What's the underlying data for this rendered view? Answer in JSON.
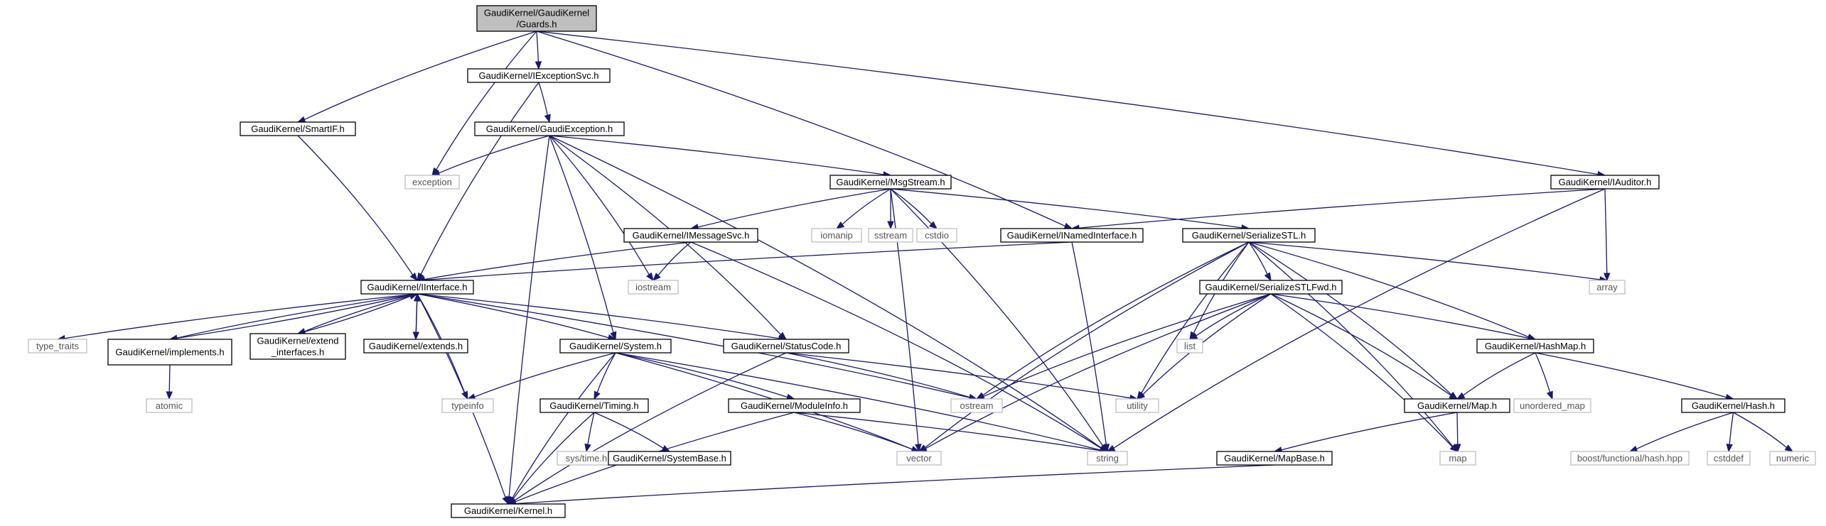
{
  "diagram": {
    "title": "",
    "colors": {
      "edge": "#191970",
      "root_fill": "#bfbfbf",
      "node_border": "#000000",
      "external_border": "#bfbfbf",
      "external_text": "#555555"
    },
    "nodes": [
      {
        "id": "guards",
        "label": [
          "GaudiKernel/GaudiKernel",
          "/Guards.h"
        ],
        "kind": "root"
      },
      {
        "id": "smartif",
        "label": [
          "GaudiKernel/SmartIF.h"
        ],
        "kind": "local"
      },
      {
        "id": "iexceptionsvc",
        "label": [
          "GaudiKernel/IExceptionSvc.h"
        ],
        "kind": "local"
      },
      {
        "id": "exception",
        "label": [
          "exception"
        ],
        "kind": "external"
      },
      {
        "id": "gaudiexception",
        "label": [
          "GaudiKernel/GaudiException.h"
        ],
        "kind": "local"
      },
      {
        "id": "iauditor",
        "label": [
          "GaudiKernel/IAuditor.h"
        ],
        "kind": "local"
      },
      {
        "id": "msgstream",
        "label": [
          "GaudiKernel/MsgStream.h"
        ],
        "kind": "local"
      },
      {
        "id": "imessagesvc",
        "label": [
          "GaudiKernel/IMessageSvc.h"
        ],
        "kind": "local"
      },
      {
        "id": "iomanip",
        "label": [
          "iomanip"
        ],
        "kind": "external"
      },
      {
        "id": "sstream",
        "label": [
          "sstream"
        ],
        "kind": "external"
      },
      {
        "id": "cstdio",
        "label": [
          "cstdio"
        ],
        "kind": "external"
      },
      {
        "id": "inamedinterface",
        "label": [
          "GaudiKernel/INamedInterface.h"
        ],
        "kind": "local"
      },
      {
        "id": "serializestl",
        "label": [
          "GaudiKernel/SerializeSTL.h"
        ],
        "kind": "local"
      },
      {
        "id": "iinterface",
        "label": [
          "GaudiKernel/IInterface.h"
        ],
        "kind": "local"
      },
      {
        "id": "iostream",
        "label": [
          "iostream"
        ],
        "kind": "external"
      },
      {
        "id": "array",
        "label": [
          "array"
        ],
        "kind": "external"
      },
      {
        "id": "serializestlfwd",
        "label": [
          "GaudiKernel/SerializeSTLFwd.h"
        ],
        "kind": "local"
      },
      {
        "id": "type_traits",
        "label": [
          "type_traits"
        ],
        "kind": "external"
      },
      {
        "id": "implements",
        "label": [
          "GaudiKernel/implements.h"
        ],
        "kind": "local"
      },
      {
        "id": "extend_interfaces",
        "label": [
          "GaudiKernel/extend",
          "_interfaces.h"
        ],
        "kind": "local"
      },
      {
        "id": "extends",
        "label": [
          "GaudiKernel/extends.h"
        ],
        "kind": "local"
      },
      {
        "id": "system",
        "label": [
          "GaudiKernel/System.h"
        ],
        "kind": "local"
      },
      {
        "id": "statuscode",
        "label": [
          "GaudiKernel/StatusCode.h"
        ],
        "kind": "local"
      },
      {
        "id": "list",
        "label": [
          "list"
        ],
        "kind": "external"
      },
      {
        "id": "hashmap",
        "label": [
          "GaudiKernel/HashMap.h"
        ],
        "kind": "local"
      },
      {
        "id": "atomic",
        "label": [
          "atomic"
        ],
        "kind": "external"
      },
      {
        "id": "typeinfo",
        "label": [
          "typeinfo"
        ],
        "kind": "external"
      },
      {
        "id": "ostream",
        "label": [
          "ostream"
        ],
        "kind": "external"
      },
      {
        "id": "utility",
        "label": [
          "utility"
        ],
        "kind": "external"
      },
      {
        "id": "timing",
        "label": [
          "GaudiKernel/Timing.h"
        ],
        "kind": "local"
      },
      {
        "id": "moduleinfo",
        "label": [
          "GaudiKernel/ModuleInfo.h"
        ],
        "kind": "local"
      },
      {
        "id": "map_h",
        "label": [
          "GaudiKernel/Map.h"
        ],
        "kind": "local"
      },
      {
        "id": "unordered_map",
        "label": [
          "unordered_map"
        ],
        "kind": "external"
      },
      {
        "id": "hash",
        "label": [
          "GaudiKernel/Hash.h"
        ],
        "kind": "local"
      },
      {
        "id": "systime",
        "label": [
          "sys/time.h"
        ],
        "kind": "external"
      },
      {
        "id": "systembase",
        "label": [
          "GaudiKernel/SystemBase.h"
        ],
        "kind": "local"
      },
      {
        "id": "vector",
        "label": [
          "vector"
        ],
        "kind": "external"
      },
      {
        "id": "string",
        "label": [
          "string"
        ],
        "kind": "external"
      },
      {
        "id": "mapbase",
        "label": [
          "GaudiKernel/MapBase.h"
        ],
        "kind": "local"
      },
      {
        "id": "map",
        "label": [
          "map"
        ],
        "kind": "external"
      },
      {
        "id": "boosthash",
        "label": [
          "boost/functional/hash.hpp"
        ],
        "kind": "external"
      },
      {
        "id": "cstddef",
        "label": [
          "cstddef"
        ],
        "kind": "external"
      },
      {
        "id": "numeric",
        "label": [
          "numeric"
        ],
        "kind": "external"
      },
      {
        "id": "kernel",
        "label": [
          "GaudiKernel/Kernel.h"
        ],
        "kind": "local"
      }
    ],
    "edges": [
      [
        "guards",
        "smartif"
      ],
      [
        "guards",
        "iexceptionsvc"
      ],
      [
        "guards",
        "exception"
      ],
      [
        "guards",
        "inamedinterface"
      ],
      [
        "guards",
        "iauditor"
      ],
      [
        "smartif",
        "iinterface"
      ],
      [
        "iexceptionsvc",
        "gaudiexception"
      ],
      [
        "iexceptionsvc",
        "iinterface"
      ],
      [
        "gaudiexception",
        "exception"
      ],
      [
        "gaudiexception",
        "msgstream"
      ],
      [
        "gaudiexception",
        "iostream"
      ],
      [
        "gaudiexception",
        "kernel"
      ],
      [
        "gaudiexception",
        "system"
      ],
      [
        "gaudiexception",
        "statuscode"
      ],
      [
        "gaudiexception",
        "string"
      ],
      [
        "msgstream",
        "imessagesvc"
      ],
      [
        "msgstream",
        "iomanip"
      ],
      [
        "msgstream",
        "sstream"
      ],
      [
        "msgstream",
        "cstdio"
      ],
      [
        "msgstream",
        "serializestl"
      ],
      [
        "msgstream",
        "vector"
      ],
      [
        "msgstream",
        "string"
      ],
      [
        "imessagesvc",
        "iinterface"
      ],
      [
        "imessagesvc",
        "iostream"
      ],
      [
        "imessagesvc",
        "string"
      ],
      [
        "iauditor",
        "inamedinterface"
      ],
      [
        "iauditor",
        "array"
      ],
      [
        "iauditor",
        "string"
      ],
      [
        "inamedinterface",
        "iinterface"
      ],
      [
        "inamedinterface",
        "string"
      ],
      [
        "serializestl",
        "serializestlfwd"
      ],
      [
        "serializestl",
        "array"
      ],
      [
        "serializestl",
        "list"
      ],
      [
        "serializestl",
        "ostream"
      ],
      [
        "serializestl",
        "utility"
      ],
      [
        "serializestl",
        "vector"
      ],
      [
        "serializestl",
        "hashmap"
      ],
      [
        "serializestl",
        "map_h"
      ],
      [
        "serializestl",
        "map"
      ],
      [
        "serializestlfwd",
        "list"
      ],
      [
        "serializestlfwd",
        "ostream"
      ],
      [
        "serializestlfwd",
        "utility"
      ],
      [
        "serializestlfwd",
        "vector"
      ],
      [
        "serializestlfwd",
        "hashmap"
      ],
      [
        "serializestlfwd",
        "map_h"
      ],
      [
        "serializestlfwd",
        "map"
      ],
      [
        "iinterface",
        "type_traits"
      ],
      [
        "iinterface",
        "implements"
      ],
      [
        "iinterface",
        "extend_interfaces"
      ],
      [
        "iinterface",
        "extends"
      ],
      [
        "iinterface",
        "system"
      ],
      [
        "iinterface",
        "statuscode"
      ],
      [
        "iinterface",
        "typeinfo"
      ],
      [
        "iinterface",
        "ostream"
      ],
      [
        "iinterface",
        "kernel"
      ],
      [
        "implements",
        "iinterface"
      ],
      [
        "implements",
        "atomic"
      ],
      [
        "extend_interfaces",
        "iinterface"
      ],
      [
        "extends",
        "iinterface"
      ],
      [
        "system",
        "typeinfo"
      ],
      [
        "system",
        "kernel"
      ],
      [
        "system",
        "timing"
      ],
      [
        "system",
        "moduleinfo"
      ],
      [
        "system",
        "vector"
      ],
      [
        "system",
        "string"
      ],
      [
        "statuscode",
        "ostream"
      ],
      [
        "statuscode",
        "utility"
      ],
      [
        "statuscode",
        "kernel"
      ],
      [
        "timing",
        "kernel"
      ],
      [
        "timing",
        "systime"
      ],
      [
        "timing",
        "systembase"
      ],
      [
        "moduleinfo",
        "kernel"
      ],
      [
        "moduleinfo",
        "vector"
      ],
      [
        "moduleinfo",
        "string"
      ],
      [
        "hashmap",
        "map_h"
      ],
      [
        "hashmap",
        "unordered_map"
      ],
      [
        "hashmap",
        "hash"
      ],
      [
        "map_h",
        "map"
      ],
      [
        "map_h",
        "mapbase"
      ],
      [
        "mapbase",
        "kernel"
      ],
      [
        "hash",
        "boosthash"
      ],
      [
        "hash",
        "cstddef"
      ],
      [
        "hash",
        "numeric"
      ]
    ]
  }
}
